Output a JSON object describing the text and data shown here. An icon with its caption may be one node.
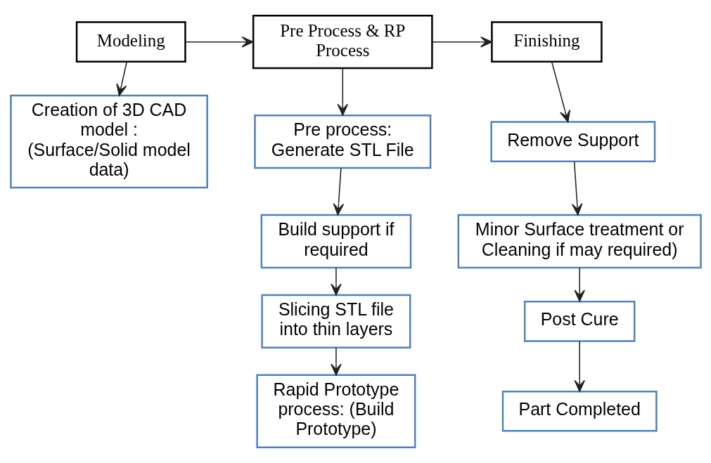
{
  "diagram": {
    "nodes": [
      {
        "text": [
          "Modeling"
        ]
      },
      {
        "text": [
          "Pre Process & RP Process"
        ]
      },
      {
        "text": [
          "Finishing"
        ]
      },
      {
        "text": [
          "Creation of 3D CAD model : (Surface/Solid model data)"
        ]
      },
      {
        "text": [
          "Pre process: Generate STL File"
        ]
      },
      {
        "text": [
          "Build support if required"
        ]
      },
      {
        "text": [
          "Slicing STL file into thin layers"
        ]
      },
      {
        "text": [
          "Rapid Prototype process: (Build Prototype)"
        ]
      },
      {
        "text": [
          "Remove Support"
        ]
      },
      {
        "text": [
          "Minor Surface treatment or Cleaning if may required)"
        ]
      },
      {
        "text": [
          "Post Cure"
        ]
      },
      {
        "text": [
          "Part Completed"
        ]
      }
    ],
    "edges": [
      {
        "from": 0,
        "to": 1,
        "arrow": "to"
      },
      {
        "from": 1,
        "to": 2,
        "arrow": "to"
      },
      {
        "from": 0,
        "to": 3,
        "arrow": "to"
      },
      {
        "from": 1,
        "to": 4,
        "arrow": "to"
      },
      {
        "from": 4,
        "to": 5,
        "arrow": "to"
      },
      {
        "from": 5,
        "to": 6,
        "arrow": "to"
      },
      {
        "from": 6,
        "to": 7,
        "arrow": "to"
      },
      {
        "from": 2,
        "to": 8,
        "arrow": "to"
      },
      {
        "from": 8,
        "to": 9,
        "arrow": "to"
      },
      {
        "from": 9,
        "to": 10,
        "arrow": "to"
      },
      {
        "from": 10,
        "to": 11,
        "arrow": "to"
      }
    ]
  }
}
